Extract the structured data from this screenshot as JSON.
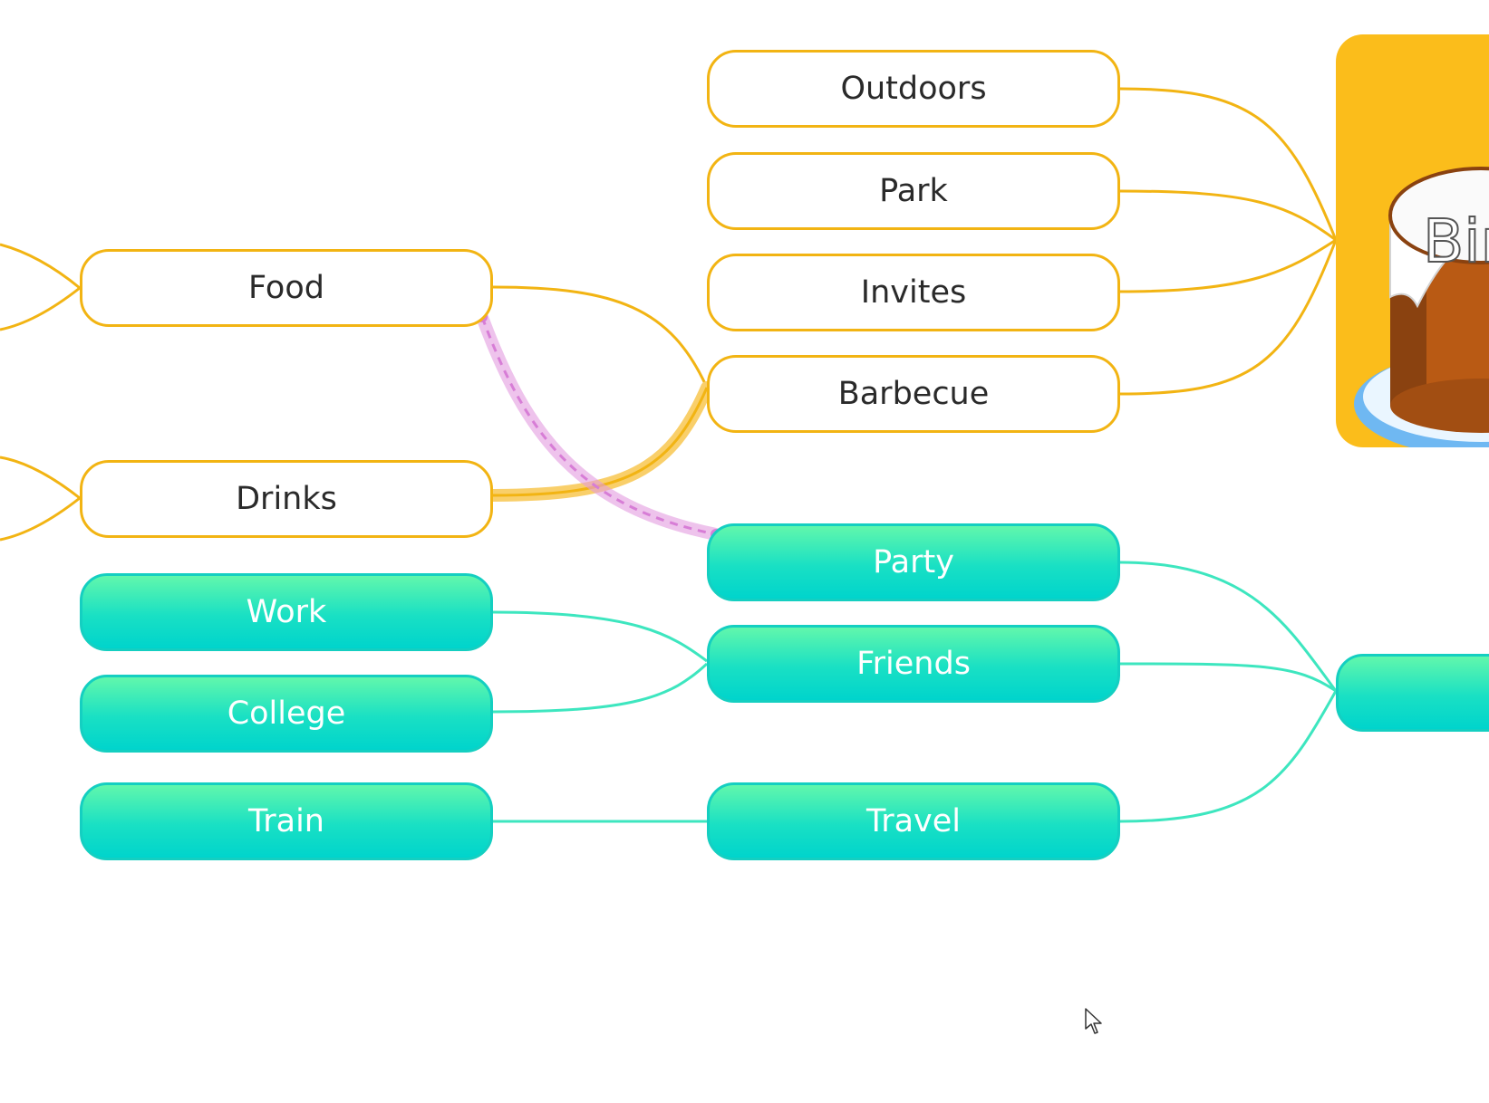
{
  "colors": {
    "yellow": "#f2b413",
    "yellow_root": "#fbbd1b",
    "teal": "#14cfc1",
    "teal_top": "#61f7ac",
    "relationship": "#e39be0"
  },
  "nodes": {
    "food": "Food",
    "drinks": "Drinks",
    "outdoors": "Outdoors",
    "park": "Park",
    "invites": "Invites",
    "barbecue": "Barbecue",
    "party": "Party",
    "friends": "Friends",
    "work": "Work",
    "college": "College",
    "train": "Train",
    "travel": "Travel"
  },
  "central_topic": {
    "title_fragment": "Bir",
    "image_icon": "birthday-cake-icon"
  },
  "cursor_icon": "mouse-pointer-icon"
}
